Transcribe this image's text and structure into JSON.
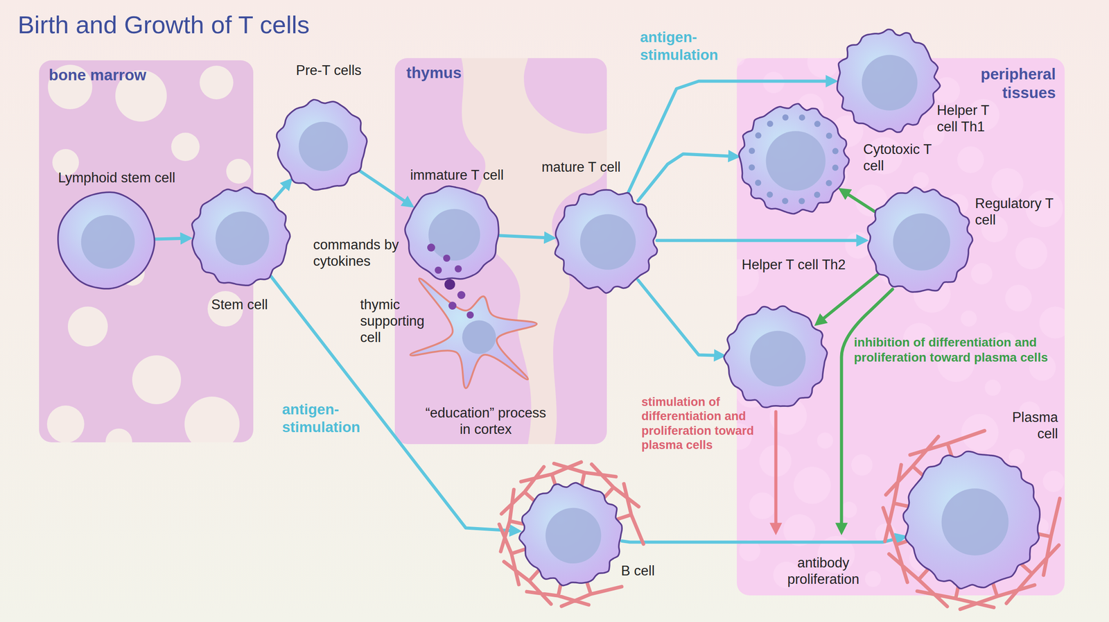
{
  "diagram": {
    "title": "Birth and Growth of T cells",
    "nodes": [
      {
        "text": [
          "bone marrow"
        ]
      },
      {
        "text": [
          "Lymphoid stem cell"
        ],
        "in": 0
      },
      {
        "text": [
          "Stem cell"
        ]
      },
      {
        "text": [
          "Pre-T cells"
        ]
      },
      {
        "text": [
          "thymus"
        ]
      },
      {
        "text": [
          "immature T cell"
        ],
        "in": 4
      },
      {
        "text": [
          "thymic supporting cell"
        ],
        "in": 4
      },
      {
        "text": [
          "mature T cell"
        ],
        "in": 4
      },
      {
        "text": [
          "peripheral tissues"
        ]
      },
      {
        "text": [
          "Helper T cell Th1"
        ],
        "in": 8
      },
      {
        "text": [
          "Cytotoxic T cell"
        ],
        "in": 8
      },
      {
        "text": [
          "Regulatory T cell"
        ],
        "in": 8
      },
      {
        "text": [
          "Helper T cell Th2"
        ],
        "in": 8
      },
      {
        "text": [
          "B cell"
        ]
      },
      {
        "text": [
          "Plasma cell"
        ],
        "in": 8
      }
    ],
    "edges": [
      {
        "from": 1,
        "to": 2,
        "arrow": "to"
      },
      {
        "from": 2,
        "to": 3,
        "arrow": "to"
      },
      {
        "from": 3,
        "to": 5,
        "arrow": "to"
      },
      {
        "from": 5,
        "to": 7,
        "arrow": "to"
      },
      {
        "from": 7,
        "to": 9,
        "label": "antigen- stimulation",
        "arrow": "to"
      },
      {
        "from": 7,
        "to": 10,
        "arrow": "to"
      },
      {
        "from": 7,
        "to": 11,
        "arrow": "to"
      },
      {
        "from": 7,
        "to": 12,
        "arrow": "to"
      },
      {
        "from": 2,
        "to": 13,
        "label": "antigen- stimulation",
        "arrow": "to"
      },
      {
        "from": 13,
        "to": 14,
        "arrow": "to"
      },
      {
        "from": 11,
        "to": 10,
        "arrow": "to"
      },
      {
        "from": 11,
        "to": 12,
        "arrow": "to"
      }
    ],
    "labels": [
      "commands by cytokines",
      "“education” process in cortex",
      "stimulation of differentiation and proliferation toward plasma cells",
      "inhibition of differentiation and proliferation toward plasma cells",
      "antibody proliferation"
    ]
  }
}
